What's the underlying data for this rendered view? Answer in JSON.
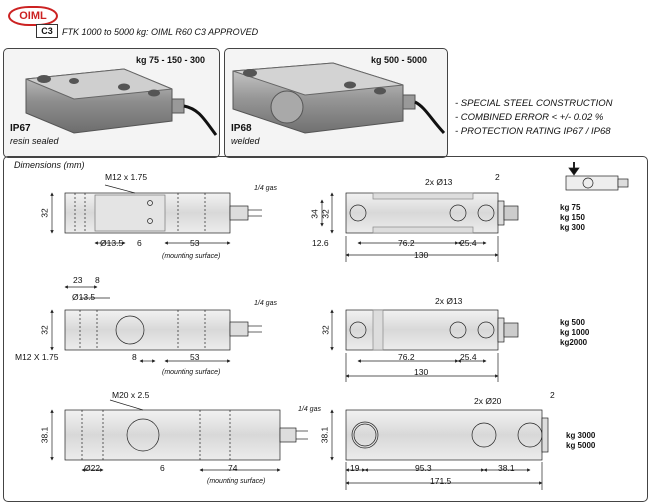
{
  "logo": {
    "oiml": "OIML",
    "class": "C3"
  },
  "header": {
    "text": "FTK 1000 to 5000 kg: OIML R60 C3 APPROVED"
  },
  "photos": [
    {
      "range": "kg  75 - 150 - 300",
      "ip": "IP67",
      "seal": "resin sealed"
    },
    {
      "range": "kg  500 - 5000",
      "ip": "IP68",
      "seal": "welded"
    }
  ],
  "features": [
    "- SPECIAL STEEL CONSTRUCTION",
    "- COMBINED ERROR < +/- 0.02 %",
    "- PROTECTION RATING IP67 / IP68"
  ],
  "dimensions": {
    "title": "Dimensions (mm)",
    "mounting": "(mounting surface)",
    "gas": "1/4 gas",
    "row1": {
      "side": {
        "thread": "M12 x 1.75",
        "height": "32",
        "hole": "Ø13.5",
        "d1": "6",
        "d2": "53"
      },
      "top": {
        "holes": "2x Ø13",
        "gap": "2",
        "h1": "34",
        "h2": "32",
        "left": "12.6",
        "pitch": "76.2",
        "end": "25.4",
        "length": "130"
      },
      "capacities": [
        "kg 75",
        "kg 150",
        "kg 300"
      ]
    },
    "row2": {
      "side": {
        "d23": "23",
        "d8top": "8",
        "hole": "Ø13.5",
        "height": "32",
        "thread": "M12 X 1.75",
        "d8": "8",
        "d53": "53"
      },
      "top": {
        "holes": "2x Ø13",
        "height": "32",
        "pitch": "76.2",
        "end": "25.4",
        "length": "130"
      },
      "capacities": [
        "kg 500",
        "kg 1000",
        "kg2000"
      ]
    },
    "row3": {
      "side": {
        "thread": "M20 x 2.5",
        "height": "38.1",
        "hole": "Ø22",
        "d6": "6",
        "d74": "74"
      },
      "top": {
        "holes": "2x Ø20",
        "gap": "2",
        "height": "38.1",
        "left": "19",
        "pitch": "95.3",
        "end": "38.1",
        "length": "171.5"
      },
      "capacities": [
        "kg 3000",
        "kg 5000"
      ]
    }
  }
}
